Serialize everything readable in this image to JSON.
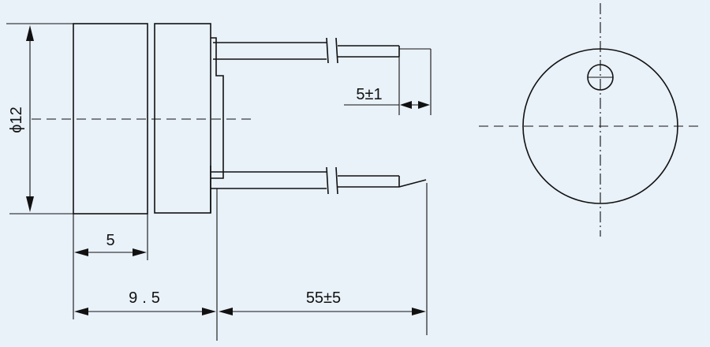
{
  "drawing": {
    "background_color": "#e9f1f9",
    "line_color": "#111111",
    "dimensions": {
      "diameter": "ϕ12",
      "body_length": "5",
      "total_length": "9.5",
      "lead_length": "55±5",
      "lead_strip": "5±1"
    }
  }
}
